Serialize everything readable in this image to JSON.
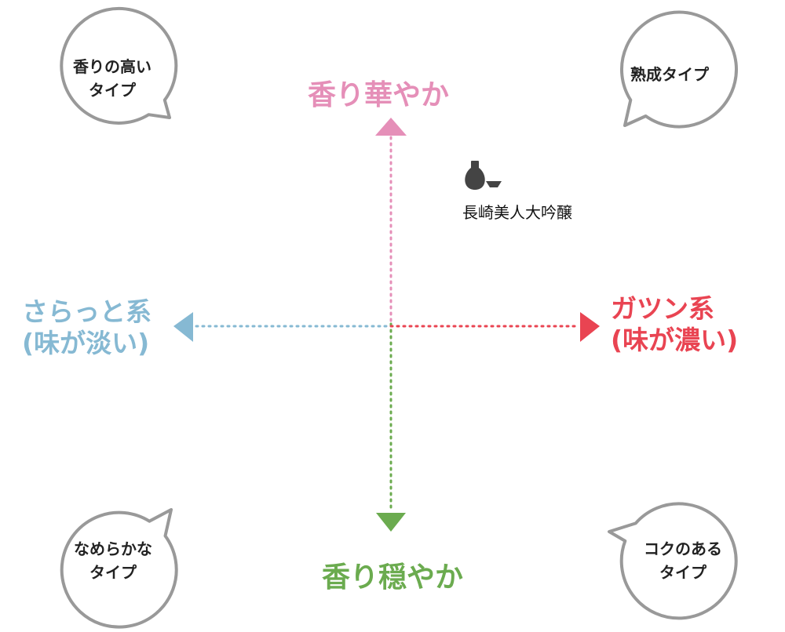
{
  "colors": {
    "top": "#e58fb8",
    "bottom": "#6bab4f",
    "left": "#86b9d3",
    "right": "#e94452",
    "bubble_border": "#999999",
    "text": "#222222",
    "sake_icon": "#444444"
  },
  "axes": {
    "top": {
      "label": "香り華やか"
    },
    "bottom": {
      "label": "香り穏やか"
    },
    "left": {
      "line1": "さらっと系",
      "line2": "(味が淡い)"
    },
    "right": {
      "line1": "ガツン系",
      "line2": "(味が濃い)"
    }
  },
  "bubbles": {
    "top_left": {
      "line1": "香りの高い",
      "line2": "タイプ"
    },
    "top_right": {
      "line1": "熟成タイプ",
      "line2": ""
    },
    "bottom_left": {
      "line1": "なめらかな",
      "line2": "タイプ"
    },
    "bottom_right": {
      "line1": "コクのある",
      "line2": "タイプ"
    }
  },
  "sake": {
    "icon": "sake-bottle-icon",
    "name": "長崎美人大吟醸"
  }
}
